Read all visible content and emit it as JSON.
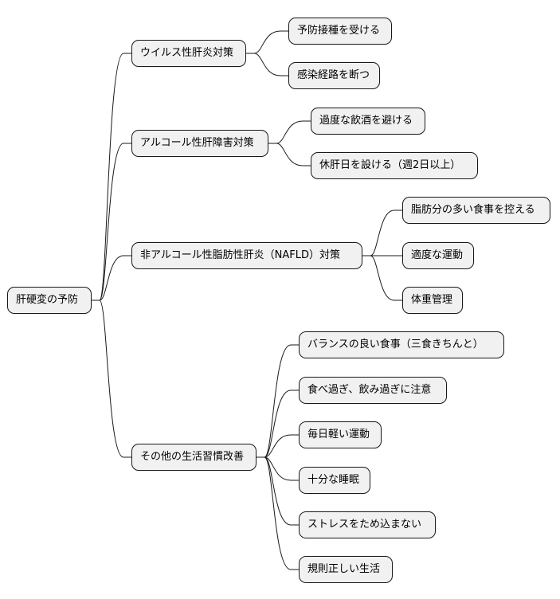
{
  "root": {
    "label": "肝硬変の予防"
  },
  "branches": [
    {
      "label": "ウイルス性肝炎対策",
      "children": [
        "予防接種を受ける",
        "感染経路を断つ"
      ]
    },
    {
      "label": "アルコール性肝障害対策",
      "children": [
        "過度な飲酒を避ける",
        "休肝日を設ける（週2日以上）"
      ]
    },
    {
      "label": "非アルコール性脂肪性肝炎（NAFLD）対策",
      "children": [
        "脂肪分の多い食事を控える",
        "適度な運動",
        "体重管理"
      ]
    },
    {
      "label": "その他の生活習慣改善",
      "children": [
        "バランスの良い食事（三食きちんと）",
        "食べ過ぎ、飲み過ぎに注意",
        "毎日軽い運動",
        "十分な睡眠",
        "ストレスをため込まない",
        "規則正しい生活"
      ]
    }
  ]
}
